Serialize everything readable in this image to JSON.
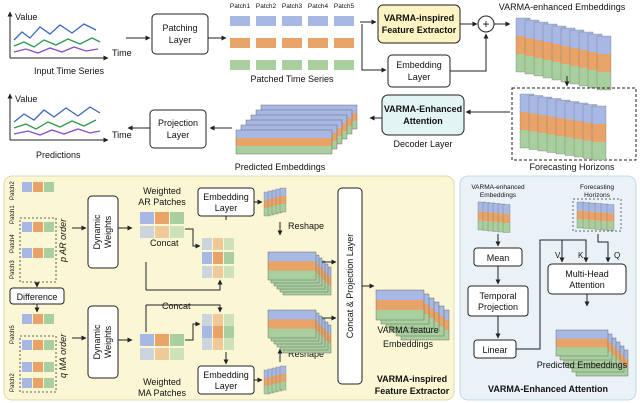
{
  "top": {
    "value_label": "Value",
    "time_label": "Time",
    "input_caption": "Input Time Series",
    "patching_layer": [
      "Patching",
      "Layer"
    ],
    "patch_labels": [
      "Patch1",
      "Patch2",
      "Patch3",
      "Patch4",
      "Patch5"
    ],
    "patched_caption": "Patched Time Series",
    "varma_extractor_box": [
      "VARMA-inspired",
      "Feature Extractor"
    ],
    "embedding_layer": [
      "Embedding",
      "Layer"
    ],
    "plus_symbol": "+",
    "varma_embeddings_title": "VARMA-enhanced Embeddings",
    "varma_attention_box": [
      "VARMA-Enhanced",
      "Attention"
    ],
    "decoder_layer": "Decoder Layer",
    "forecasting_horizons": "Forecasting Horizons",
    "predicted_embeddings": "Predicted Embeddings",
    "projection_layer": [
      "Projection",
      "Layer"
    ],
    "predictions_caption": "Predictions"
  },
  "extractor": {
    "patch_row_labels": [
      "Patch1",
      "Patch2",
      "Patch3",
      "Patch4",
      "Patch5"
    ],
    "p_ar_order": "p AR order",
    "q_ma_order": "q MA order",
    "difference": "Difference",
    "dynamic_weights": [
      "Dynamic",
      "Weights"
    ],
    "weighted_ar": [
      "Weighted",
      "AR Patches"
    ],
    "weighted_ma": [
      "Weighted",
      "MA Patches"
    ],
    "concat": "Concat",
    "embedding_layer": [
      "Embedding",
      "Layer"
    ],
    "reshape": "Reshape",
    "concat_projection": "Concat & Projection Layer",
    "varma_feature": [
      "VARMA feature",
      "Embeddings"
    ],
    "title": [
      "VARMA-inspired",
      "Feature Extractor"
    ]
  },
  "attention": {
    "varma_enhanced": [
      "VARMA-enhanced",
      "Embeddings"
    ],
    "forecasting": [
      "Forecasting",
      "Horizons"
    ],
    "mean": "Mean",
    "temporal_projection": [
      "Temporal",
      "Projection"
    ],
    "linear": "Linear",
    "vkq": [
      "V",
      "K",
      "Q"
    ],
    "multi_head": [
      "Multi-Head",
      "Attention"
    ],
    "predicted_embeddings": "Predicted Embeddings",
    "title": "VARMA-Enhanced Attention"
  },
  "colors": {
    "blue": "#a6b8e3",
    "orange": "#e8a468",
    "green": "#a9cf9e",
    "yellow_panel": "#fbf7d5",
    "blue_panel": "#eaf2f8",
    "highlight_box": "#fbf3c2",
    "attention_box": "#e3f4f4"
  }
}
